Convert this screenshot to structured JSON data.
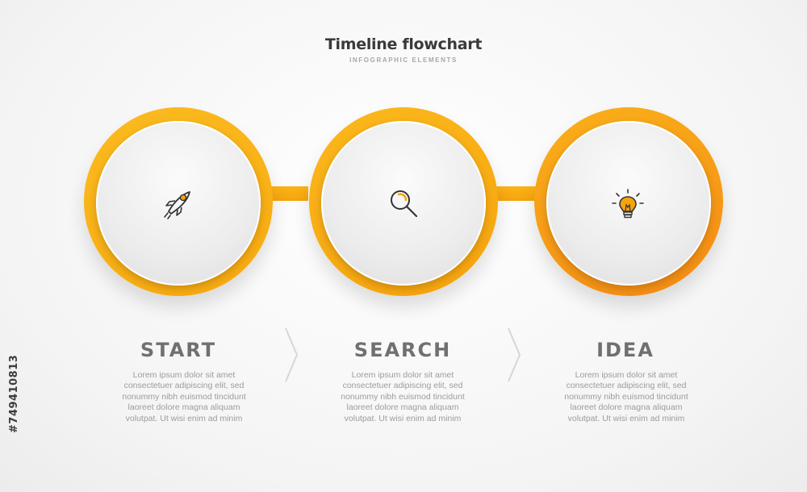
{
  "header": {
    "title": "Timeline flowchart",
    "subtitle": "INFOGRAPHIC ELEMENTS"
  },
  "colors": {
    "accent": "#f7a70f",
    "accent_dark": "#f58f14",
    "heading": "#707070",
    "body_text": "#9c9c9c"
  },
  "steps": [
    {
      "title": "START",
      "icon": "rocket-icon",
      "description": [
        "Lorem ipsum dolor sit amet",
        "consectetuer adipiscing elit, sed",
        "nonummy nibh euismod tincidunt",
        "laoreet dolore magna aliquam",
        "volutpat. Ut wisi enim ad minim"
      ]
    },
    {
      "title": "SEARCH",
      "icon": "magnifier-icon",
      "description": [
        "Lorem ipsum dolor sit amet",
        "consectetuer adipiscing elit, sed",
        "nonummy nibh euismod tincidunt",
        "laoreet dolore magna aliquam",
        "volutpat. Ut wisi enim ad minim"
      ]
    },
    {
      "title": "IDEA",
      "icon": "lightbulb-icon",
      "description": [
        "Lorem ipsum dolor sit amet",
        "consectetuer adipiscing elit, sed",
        "nonummy nibh euismod tincidunt",
        "laoreet dolore magna aliquam",
        "volutpat. Ut wisi enim ad minim"
      ]
    }
  ],
  "watermark_id": "#749410813"
}
